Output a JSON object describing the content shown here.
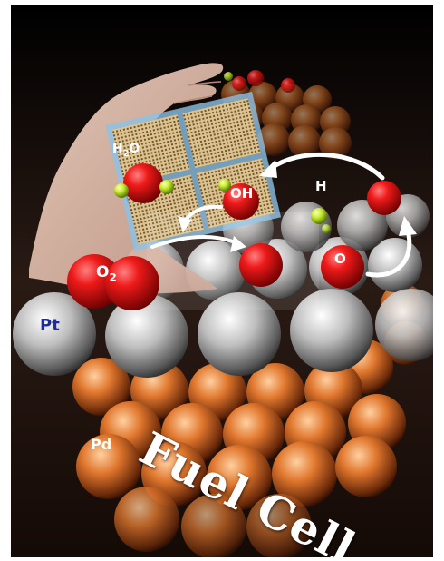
{
  "labels": {
    "pt": "Pt",
    "pd": "Pd",
    "h2o_main": "H",
    "h2o_sub": "2",
    "h2o_end": "O",
    "oh": "OH",
    "h": "H",
    "o": "O",
    "o2_main": "O",
    "o2_sub": "2"
  },
  "title": "Fuel Cell",
  "colors": {
    "background": "#000000",
    "oxygen": "#e01010",
    "hydrogen": "#c8ee30",
    "platinum": "#d9d9d9",
    "palladium": "#d8672a",
    "catalyst_panel": "#7fb6e0",
    "pt_label": "#1e2a9a"
  },
  "icons": [
    "hand-image",
    "fuel-cell-panel-icon",
    "reaction-arrow-icon"
  ]
}
